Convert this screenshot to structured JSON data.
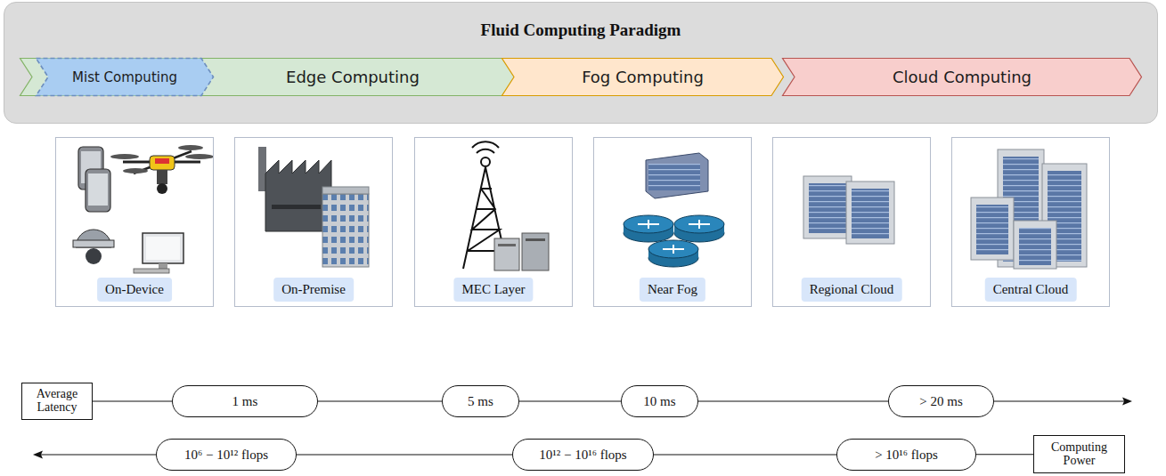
{
  "diagram": {
    "title": "Fluid Computing Paradigm",
    "nodes": [
      {
        "text": [
          "Edge Computing"
        ]
      },
      {
        "text": [
          "Mist Computing"
        ],
        "in": 0
      },
      {
        "text": [
          "Fog Computing"
        ]
      },
      {
        "text": [
          "Cloud Computing"
        ]
      },
      {
        "text": [
          "On-Device"
        ]
      },
      {
        "text": [
          "On-Premise"
        ]
      },
      {
        "text": [
          "MEC Layer"
        ]
      },
      {
        "text": [
          "Near Fog"
        ]
      },
      {
        "text": [
          "Regional Cloud"
        ]
      },
      {
        "text": [
          "Central Cloud"
        ]
      },
      {
        "text": [
          "Average Latency"
        ]
      },
      {
        "text": [
          "1 ms"
        ]
      },
      {
        "text": [
          "5 ms"
        ]
      },
      {
        "text": [
          "10 ms"
        ]
      },
      {
        "text": [
          "> 20 ms"
        ]
      },
      {
        "text": [
          "10⁶ − 10¹² flops"
        ]
      },
      {
        "text": [
          "10¹² − 10¹⁶ flops"
        ]
      },
      {
        "text": [
          "> 10¹⁶ flops"
        ]
      },
      {
        "text": [
          "Computing Power"
        ]
      }
    ],
    "edges": [
      {
        "from": 10,
        "to": 11,
        "arrow": "none"
      },
      {
        "from": 11,
        "to": 12,
        "arrow": "none"
      },
      {
        "from": 12,
        "to": 13,
        "arrow": "none"
      },
      {
        "from": 13,
        "to": 14,
        "arrow": "none"
      },
      {
        "from": 18,
        "to": 17,
        "arrow": "none"
      },
      {
        "from": 17,
        "to": 16,
        "arrow": "none"
      },
      {
        "from": 16,
        "to": 15,
        "arrow": "none"
      }
    ]
  }
}
